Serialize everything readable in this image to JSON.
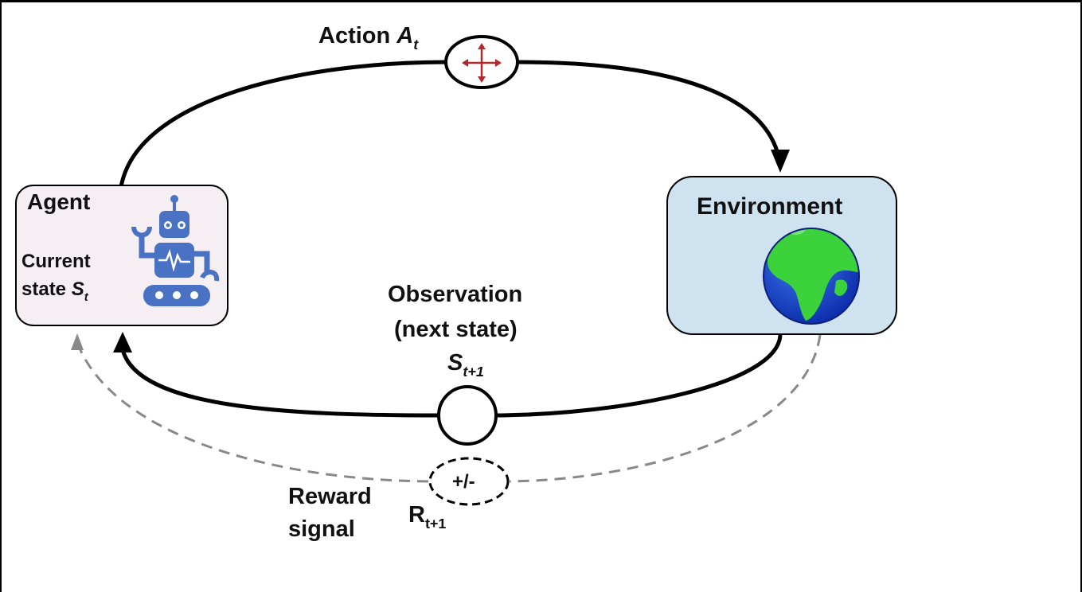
{
  "diagram": {
    "action": {
      "label": "Action",
      "symbol": "A",
      "subscript": "t"
    },
    "agent": {
      "title": "Agent",
      "state_line1": "Current",
      "state_line2": "state",
      "state_symbol": "S",
      "state_subscript": "t"
    },
    "environment": {
      "title": "Environment"
    },
    "observation": {
      "line1": "Observation",
      "line2": "(next state)",
      "symbol": "S",
      "subscript": "t+1"
    },
    "reward": {
      "line1": "Reward",
      "line2": "signal",
      "node_text": "+/-",
      "symbol": "R",
      "subscript": "t+1"
    }
  },
  "colors": {
    "agent_box": "#f5eef2",
    "environment_box": "#cfe2f0",
    "robot": "#4a72c4",
    "action_arrows": "#b0282a",
    "dashed_arrow": "#888888",
    "globe_ocean": "#1e4fd8",
    "globe_land": "#3bd23b"
  },
  "icons": [
    "robot-icon",
    "globe-icon",
    "four-way-arrow-icon"
  ]
}
